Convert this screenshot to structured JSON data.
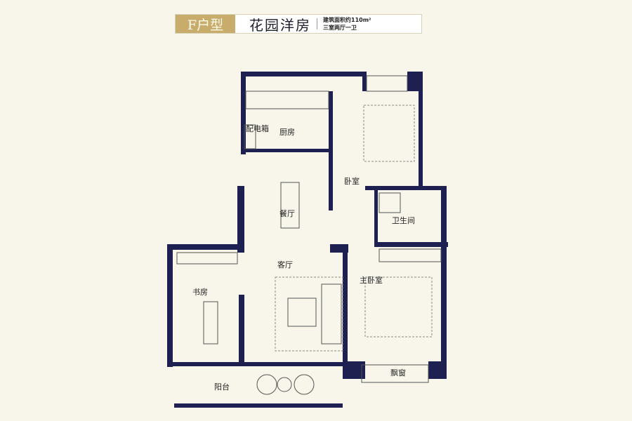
{
  "header": {
    "badge": "F户型",
    "title": "花园洋房",
    "area": "建筑面积约110m²",
    "layout": "三室两厅一卫"
  },
  "rooms": {
    "panel": "配电箱",
    "kitchen": "厨房",
    "bedroom": "卧室",
    "dining": "餐厅",
    "bathroom": "卫生间",
    "living": "客厅",
    "master": "主卧室",
    "study": "书房",
    "balcony": "阳台",
    "bay": "飘窗"
  },
  "colors": {
    "wall": "#1d2050",
    "accent": "#c8ac6c",
    "background": "#f8f6ea"
  }
}
